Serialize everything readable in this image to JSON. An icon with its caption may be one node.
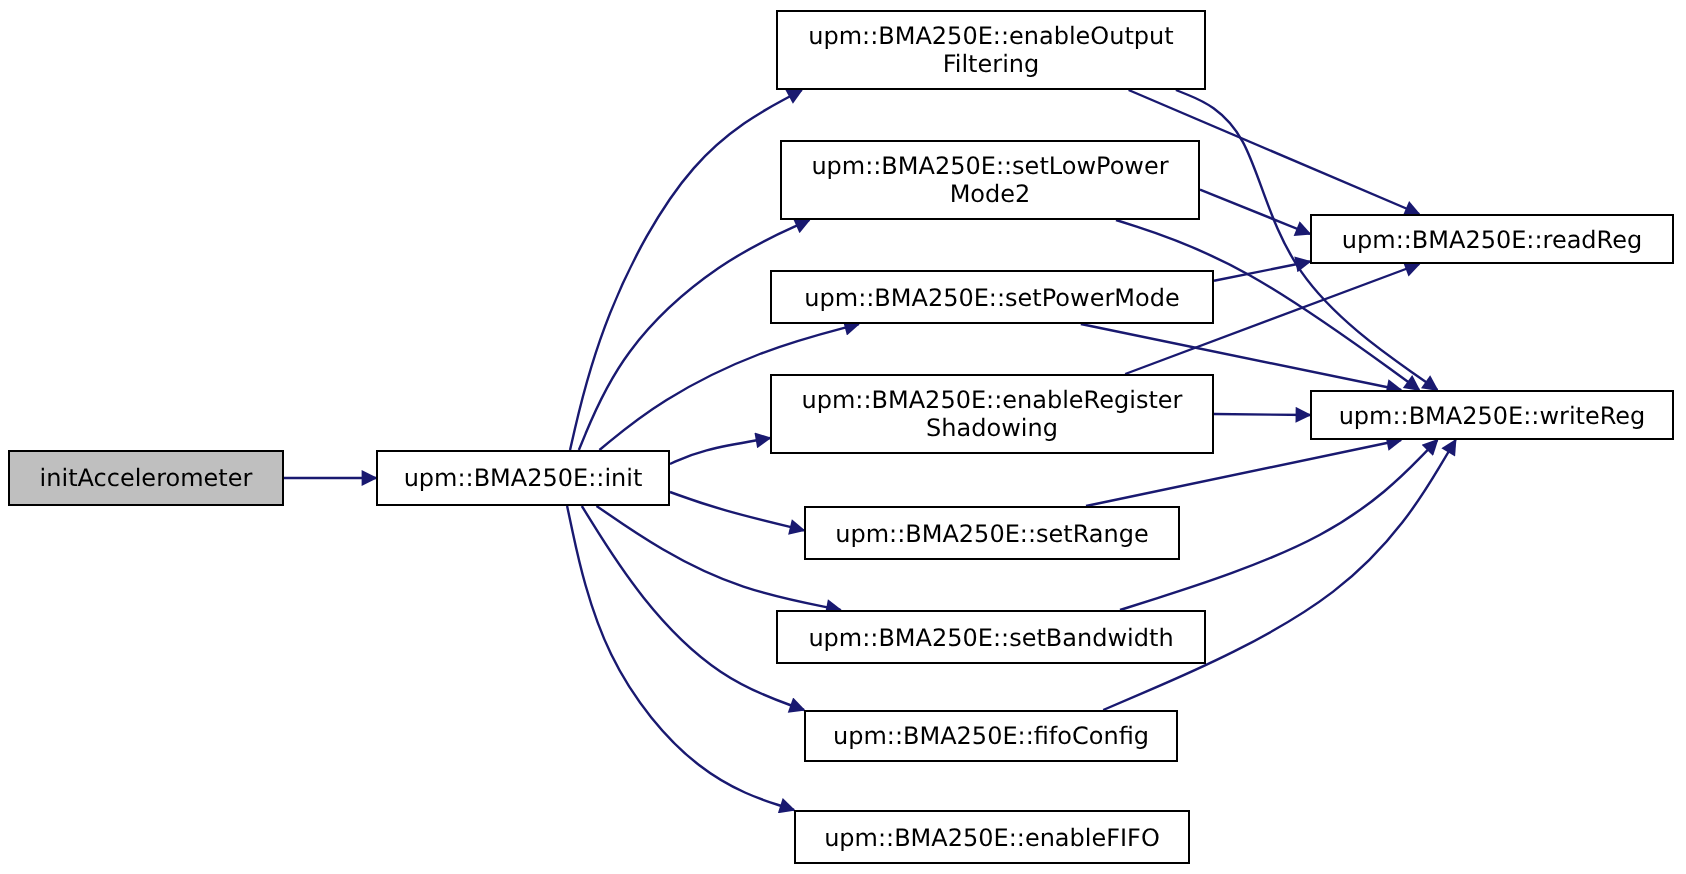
{
  "diagram": {
    "nodes": [
      {
        "text": [
          "initAccelerometer"
        ]
      },
      {
        "text": [
          "upm::BMA250E::init"
        ]
      },
      {
        "text": [
          "upm::BMA250E::enableOutput Filtering"
        ]
      },
      {
        "text": [
          "upm::BMA250E::setLowPower Mode2"
        ]
      },
      {
        "text": [
          "upm::BMA250E::setPowerMode"
        ]
      },
      {
        "text": [
          "upm::BMA250E::enableRegister Shadowing"
        ]
      },
      {
        "text": [
          "upm::BMA250E::setRange"
        ]
      },
      {
        "text": [
          "upm::BMA250E::setBandwidth"
        ]
      },
      {
        "text": [
          "upm::BMA250E::fifoConfig"
        ]
      },
      {
        "text": [
          "upm::BMA250E::enableFIFO"
        ]
      },
      {
        "text": [
          "upm::BMA250E::readReg"
        ]
      },
      {
        "text": [
          "upm::BMA250E::writeReg"
        ]
      }
    ],
    "edges": [
      {
        "from": 0,
        "to": 1,
        "arrow": "to"
      },
      {
        "from": 1,
        "to": 2,
        "arrow": "to"
      },
      {
        "from": 1,
        "to": 3,
        "arrow": "to"
      },
      {
        "from": 1,
        "to": 4,
        "arrow": "to"
      },
      {
        "from": 1,
        "to": 5,
        "arrow": "to"
      },
      {
        "from": 1,
        "to": 6,
        "arrow": "to"
      },
      {
        "from": 1,
        "to": 7,
        "arrow": "to"
      },
      {
        "from": 1,
        "to": 8,
        "arrow": "to"
      },
      {
        "from": 1,
        "to": 9,
        "arrow": "to"
      },
      {
        "from": 2,
        "to": 10,
        "arrow": "to"
      },
      {
        "from": 2,
        "to": 11,
        "arrow": "to"
      },
      {
        "from": 3,
        "to": 10,
        "arrow": "to"
      },
      {
        "from": 3,
        "to": 11,
        "arrow": "to"
      },
      {
        "from": 4,
        "to": 10,
        "arrow": "to"
      },
      {
        "from": 4,
        "to": 11,
        "arrow": "to"
      },
      {
        "from": 5,
        "to": 10,
        "arrow": "to"
      },
      {
        "from": 5,
        "to": 11,
        "arrow": "to"
      },
      {
        "from": 6,
        "to": 11,
        "arrow": "to"
      },
      {
        "from": 7,
        "to": 11,
        "arrow": "to"
      },
      {
        "from": 8,
        "to": 11,
        "arrow": "to"
      }
    ]
  }
}
